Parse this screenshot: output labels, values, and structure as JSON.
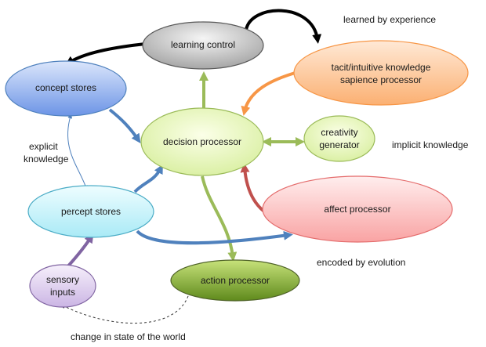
{
  "nodes": {
    "learning_control": "learning control",
    "concept_stores": "concept stores",
    "tacit_line1": "tacit/intuitive knowledge",
    "tacit_line2": "sapience processor",
    "decision_processor": "decision processor",
    "creativity_line1": "creativity",
    "creativity_line2": "generator",
    "percept_stores": "percept stores",
    "affect_processor": "affect processor",
    "sensory_line1": "sensory",
    "sensory_line2": "inputs",
    "action_processor": "action processor"
  },
  "annotations": {
    "learned_by_experience": "learned by experience",
    "explicit_line1": "explicit",
    "explicit_line2": "knowledge",
    "implicit_knowledge": "implicit knowledge",
    "encoded_by_evolution": "encoded by evolution",
    "change_in_state": "change in state of the world"
  },
  "colors": {
    "blue_arrow": "#4f81bd",
    "green_arrow": "#9bbb59",
    "orange_arrow": "#f79646",
    "red_arrow": "#c0504d",
    "purple_arrow": "#8064a2",
    "black_arrow": "#000000"
  }
}
